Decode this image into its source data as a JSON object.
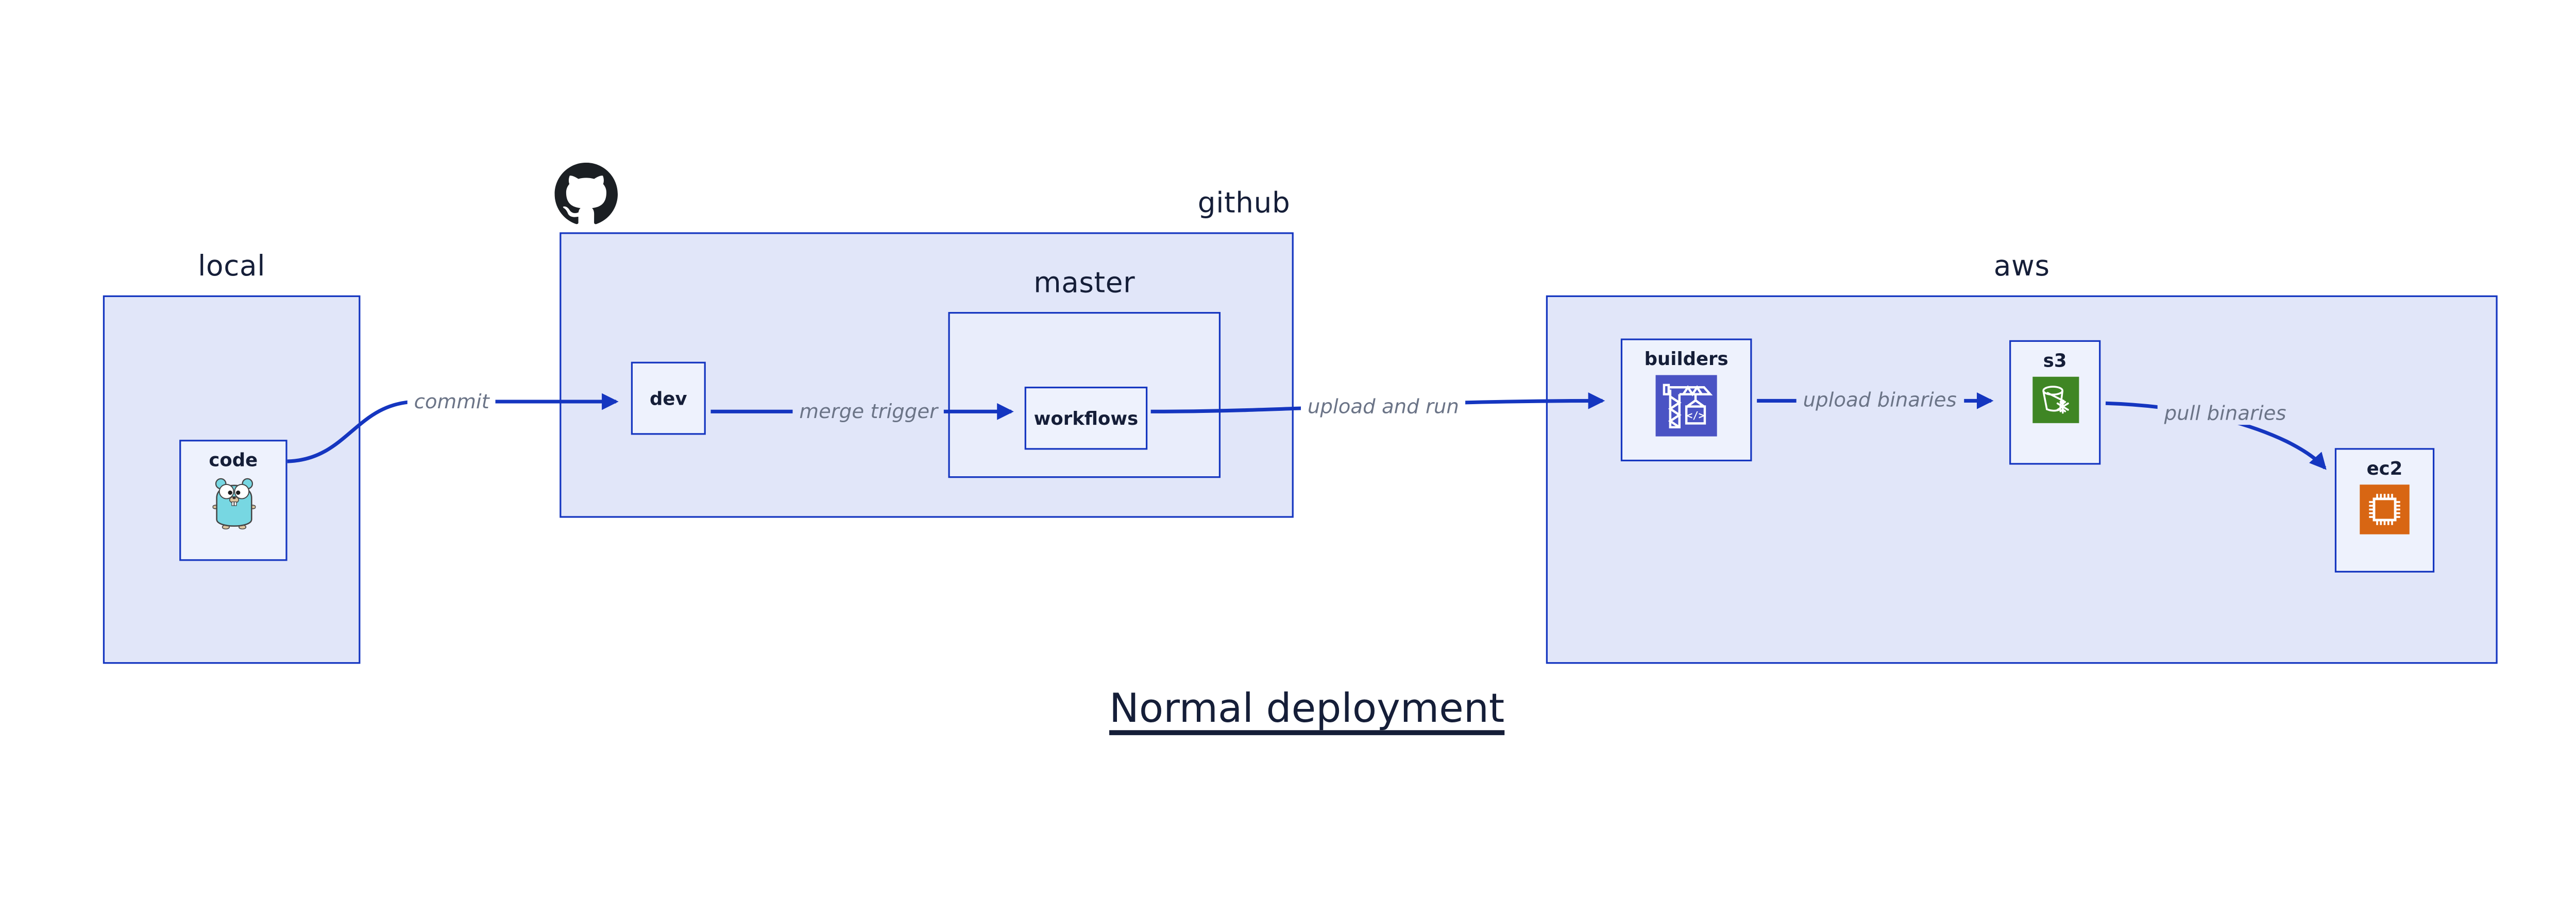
{
  "diagram": {
    "title": "Normal deployment",
    "containers": {
      "local": {
        "label": "local"
      },
      "github": {
        "label": "github"
      },
      "master": {
        "label": "master"
      },
      "aws": {
        "label": "aws"
      }
    },
    "nodes": {
      "code": {
        "label": "code",
        "icon": "go-gopher-icon"
      },
      "dev": {
        "label": "dev"
      },
      "workflows": {
        "label": "workflows"
      },
      "builders": {
        "label": "builders",
        "icon": "codebuild-crane-icon"
      },
      "s3": {
        "label": "s3",
        "icon": "s3-glacier-bucket-icon"
      },
      "ec2": {
        "label": "ec2",
        "icon": "ec2-chip-icon"
      }
    },
    "edges": {
      "commit": {
        "label": "commit",
        "from": "code",
        "to": "dev"
      },
      "merge_trigger": {
        "label": "merge trigger",
        "from": "dev",
        "to": "workflows"
      },
      "upload_and_run": {
        "label": "upload and run",
        "from": "workflows",
        "to": "builders"
      },
      "upload_binaries": {
        "label": "upload binaries",
        "from": "builders",
        "to": "s3"
      },
      "pull_binaries": {
        "label": "pull binaries",
        "from": "s3",
        "to": "ec2"
      }
    },
    "colors": {
      "line": "#1536c0",
      "container_fill": "#e1e6f9",
      "nested_fill": "#e9edfb",
      "node_fill": "#eef2fd",
      "label_text": "#151e38",
      "edge_label_text": "#6b7487",
      "codebuild_indigo": "#4a53c4",
      "s3_green": "#3f8624",
      "ec2_orange": "#d86613",
      "github_black": "#1b1f23",
      "gopher_teal": "#77d7e2",
      "gopher_beige": "#dcc49e"
    }
  }
}
